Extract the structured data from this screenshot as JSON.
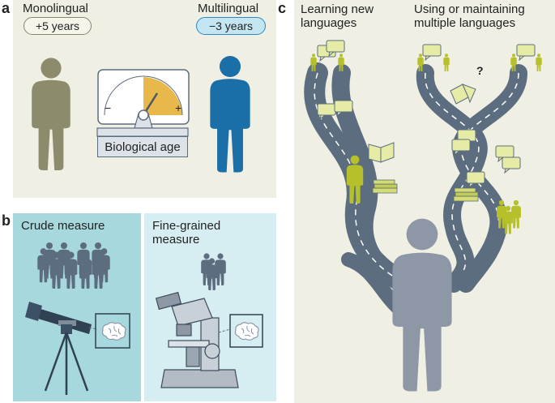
{
  "panel_a": {
    "letter": "a",
    "mono_label": "Monolingual",
    "mono_years": "+5 years",
    "multi_label": "Multilingual",
    "multi_years": "−3 years",
    "gauge_minus": "−",
    "gauge_plus": "+",
    "gauge_caption": "Biological age"
  },
  "panel_b": {
    "letter": "b",
    "crude_label": "Crude measure",
    "fine_label_line1": "Fine-grained",
    "fine_label_line2": "measure"
  },
  "panel_c": {
    "letter": "c",
    "learning_line1": "Learning new",
    "learning_line2": "languages",
    "using_line1": "Using or maintaining",
    "using_line2": "multiple languages",
    "question": "?"
  },
  "colors": {
    "panel_bg": "#efefe4",
    "mono_figure": "#8c8c6c",
    "multi_figure": "#1b6fa8",
    "gauge_fill": "#e8b84a",
    "road": "#5d6d80",
    "person": "#8d97a6",
    "speech_bubble": "#e6eca6",
    "yellow_green": "#b5c02a",
    "crude_bg": "#a6d8dd",
    "fine_bg": "#d6eef1"
  }
}
